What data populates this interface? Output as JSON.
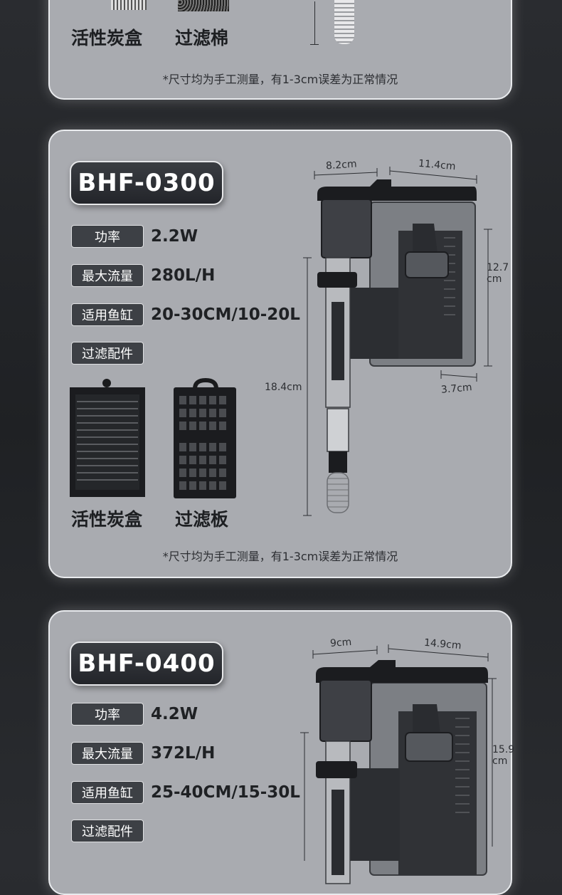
{
  "card1": {
    "accessories": [
      "活性炭盒",
      "过滤棉"
    ],
    "note": "*尺寸均为手工测量，有1-3cm误差为正常情况"
  },
  "card2": {
    "model": "BHF-0300",
    "specs": [
      {
        "label": "功率",
        "value": "2.2W"
      },
      {
        "label": "最大流量",
        "value": "280L/H"
      },
      {
        "label": "适用鱼缸",
        "value": "20-30CM/10-20L"
      },
      {
        "label": "过滤配件",
        "value": ""
      }
    ],
    "accessories": [
      "活性炭盒",
      "过滤板"
    ],
    "dims": {
      "width_a": "8.2cm",
      "width_b": "11.4cm",
      "height": "12.7 cm",
      "total_height": "18.4cm",
      "depth": "3.7cm"
    },
    "note": "*尺寸均为手工测量，有1-3cm误差为正常情况"
  },
  "card3": {
    "model": "BHF-0400",
    "specs": [
      {
        "label": "功率",
        "value": "4.2W"
      },
      {
        "label": "最大流量",
        "value": "372L/H"
      },
      {
        "label": "适用鱼缸",
        "value": "25-40CM/15-30L"
      },
      {
        "label": "过滤配件",
        "value": ""
      }
    ],
    "dims": {
      "width_a": "9cm",
      "width_b": "14.9cm",
      "height": "15.9 cm"
    }
  }
}
